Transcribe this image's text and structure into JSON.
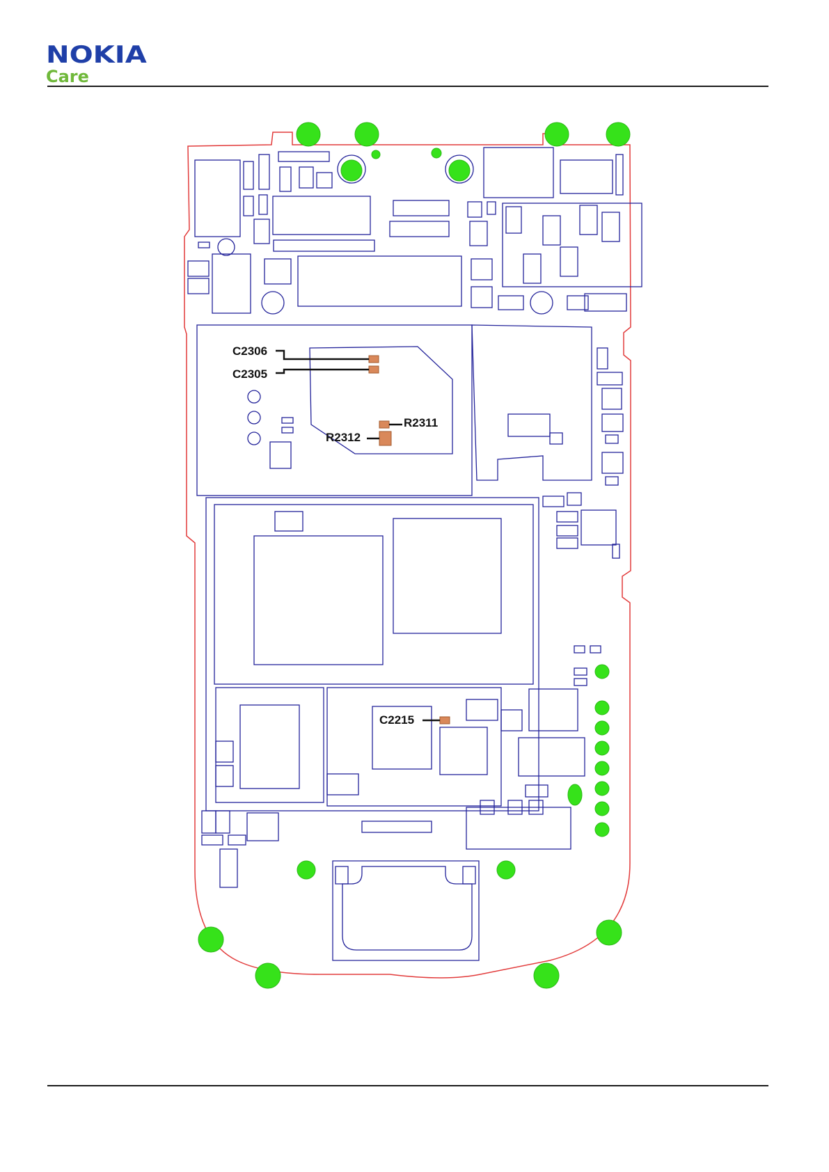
{
  "header": {
    "brand": "NOKIA",
    "sub_brand": "Care"
  },
  "colors": {
    "outline": "#e23b3b",
    "components": "#23239a",
    "test_pads": "#36e21a",
    "highlight": "#d9885a",
    "leader": "#111111"
  },
  "callouts": {
    "c2306": "C2306",
    "c2305": "C2305",
    "r2311": "R2311",
    "r2312": "R2312",
    "c2215": "C2215"
  }
}
